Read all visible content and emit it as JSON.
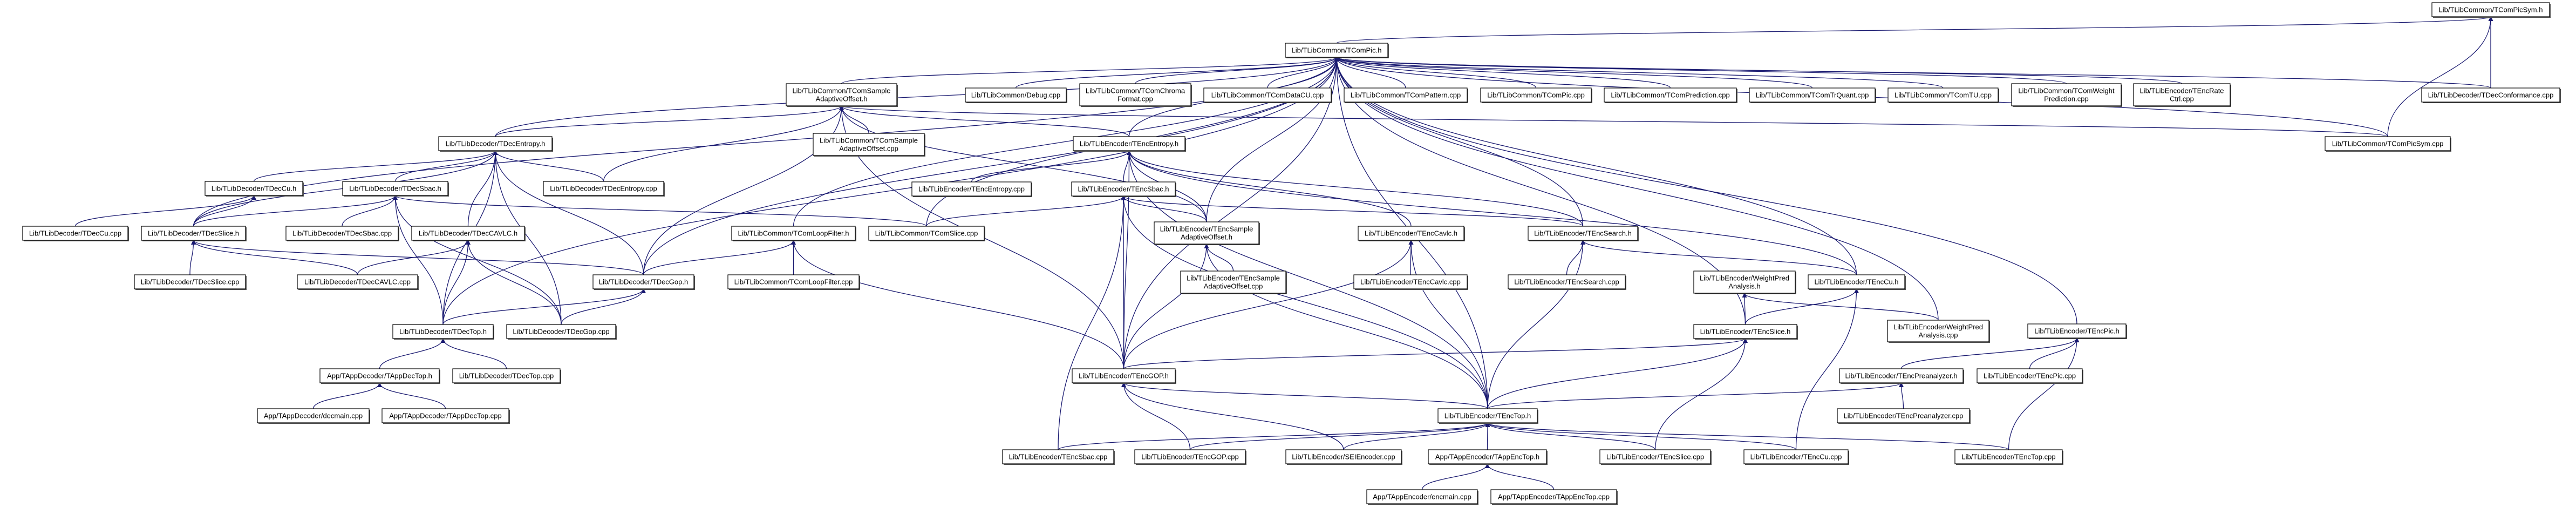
{
  "graph": {
    "edge_color": "#191970",
    "highlight_fill": "#bfbfbf",
    "nodes": [
      {
        "lines": [
          "Lib/TLibCommon/TComPicSym.h"
        ],
        "highlighted": true
      },
      {
        "lines": [
          "Lib/TLibCommon/TComPic.h"
        ]
      },
      {
        "lines": [
          "Lib/TLibCommon/TComSample",
          "AdaptiveOffset.h"
        ]
      },
      {
        "lines": [
          "Lib/TLibCommon/Debug.cpp"
        ]
      },
      {
        "lines": [
          "Lib/TLibCommon/TComChroma",
          "Format.cpp"
        ]
      },
      {
        "lines": [
          "Lib/TLibCommon/TComDataCU.cpp"
        ]
      },
      {
        "lines": [
          "Lib/TLibCommon/TComPattern.cpp"
        ]
      },
      {
        "lines": [
          "Lib/TLibCommon/TComPic.cpp"
        ]
      },
      {
        "lines": [
          "Lib/TLibCommon/TComPrediction.cpp"
        ]
      },
      {
        "lines": [
          "Lib/TLibCommon/TComTrQuant.cpp"
        ]
      },
      {
        "lines": [
          "Lib/TLibCommon/TComTU.cpp"
        ]
      },
      {
        "lines": [
          "Lib/TLibCommon/TComWeight",
          "Prediction.cpp"
        ]
      },
      {
        "lines": [
          "Lib/TLibEncoder/TEncRate",
          "Ctrl.cpp"
        ]
      },
      {
        "lines": [
          "Lib/TLibDecoder/TDecConformance.cpp"
        ]
      },
      {
        "lines": [
          "Lib/TLibCommon/TComPicSym.cpp"
        ]
      },
      {
        "lines": [
          "Lib/TLibDecoder/TDecEntropy.h"
        ]
      },
      {
        "lines": [
          "Lib/TLibCommon/TComSample",
          "AdaptiveOffset.cpp"
        ]
      },
      {
        "lines": [
          "Lib/TLibEncoder/TEncEntropy.h"
        ]
      },
      {
        "lines": [
          "Lib/TLibDecoder/TDecCu.h"
        ]
      },
      {
        "lines": [
          "Lib/TLibDecoder/TDecSbac.h"
        ]
      },
      {
        "lines": [
          "Lib/TLibDecoder/TDecEntropy.cpp"
        ]
      },
      {
        "lines": [
          "Lib/TLibEncoder/TEncEntropy.cpp"
        ]
      },
      {
        "lines": [
          "Lib/TLibEncoder/TEncSbac.h"
        ]
      },
      {
        "lines": [
          "Lib/TLibDecoder/TDecCu.cpp"
        ]
      },
      {
        "lines": [
          "Lib/TLibDecoder/TDecSlice.h"
        ]
      },
      {
        "lines": [
          "Lib/TLibDecoder/TDecSbac.cpp"
        ]
      },
      {
        "lines": [
          "Lib/TLibDecoder/TDecCAVLC.h"
        ]
      },
      {
        "lines": [
          "Lib/TLibCommon/TComLoopFilter.h"
        ]
      },
      {
        "lines": [
          "Lib/TLibCommon/TComSlice.cpp"
        ]
      },
      {
        "lines": [
          "Lib/TLibEncoder/TEncSample",
          "AdaptiveOffset.h"
        ]
      },
      {
        "lines": [
          "Lib/TLibEncoder/TEncCavlc.h"
        ]
      },
      {
        "lines": [
          "Lib/TLibEncoder/TEncSearch.h"
        ]
      },
      {
        "lines": [
          "Lib/TLibDecoder/TDecSlice.cpp"
        ]
      },
      {
        "lines": [
          "Lib/TLibDecoder/TDecCAVLC.cpp"
        ]
      },
      {
        "lines": [
          "Lib/TLibDecoder/TDecGop.h"
        ]
      },
      {
        "lines": [
          "Lib/TLibCommon/TComLoopFilter.cpp"
        ]
      },
      {
        "lines": [
          "Lib/TLibEncoder/TEncSample",
          "AdaptiveOffset.cpp"
        ]
      },
      {
        "lines": [
          "Lib/TLibEncoder/TEncCavlc.cpp"
        ]
      },
      {
        "lines": [
          "Lib/TLibEncoder/TEncSearch.cpp"
        ]
      },
      {
        "lines": [
          "Lib/TLibEncoder/WeightPred",
          "Analysis.h"
        ]
      },
      {
        "lines": [
          "Lib/TLibEncoder/TEncCu.h"
        ]
      },
      {
        "lines": [
          "Lib/TLibDecoder/TDecTop.h"
        ]
      },
      {
        "lines": [
          "Lib/TLibDecoder/TDecGop.cpp"
        ]
      },
      {
        "lines": [
          "Lib/TLibEncoder/TEncSlice.h"
        ]
      },
      {
        "lines": [
          "Lib/TLibEncoder/WeightPred",
          "Analysis.cpp"
        ]
      },
      {
        "lines": [
          "Lib/TLibEncoder/TEncPic.h"
        ]
      },
      {
        "lines": [
          "App/TAppDecoder/TAppDecTop.h"
        ]
      },
      {
        "lines": [
          "Lib/TLibDecoder/TDecTop.cpp"
        ]
      },
      {
        "lines": [
          "Lib/TLibEncoder/TEncGOP.h"
        ]
      },
      {
        "lines": [
          "Lib/TLibEncoder/TEncPreanalyzer.h"
        ]
      },
      {
        "lines": [
          "Lib/TLibEncoder/TEncPic.cpp"
        ]
      },
      {
        "lines": [
          "App/TAppDecoder/decmain.cpp"
        ]
      },
      {
        "lines": [
          "App/TAppDecoder/TAppDecTop.cpp"
        ]
      },
      {
        "lines": [
          "Lib/TLibEncoder/TEncTop.h"
        ]
      },
      {
        "lines": [
          "Lib/TLibEncoder/TEncPreanalyzer.cpp"
        ]
      },
      {
        "lines": [
          "Lib/TLibEncoder/TEncSbac.cpp"
        ]
      },
      {
        "lines": [
          "Lib/TLibEncoder/TEncGOP.cpp"
        ]
      },
      {
        "lines": [
          "Lib/TLibEncoder/SEIEncoder.cpp"
        ]
      },
      {
        "lines": [
          "App/TAppEncoder/TAppEncTop.h"
        ]
      },
      {
        "lines": [
          "Lib/TLibEncoder/TEncSlice.cpp"
        ]
      },
      {
        "lines": [
          "Lib/TLibEncoder/TEncCu.cpp"
        ]
      },
      {
        "lines": [
          "Lib/TLibEncoder/TEncTop.cpp"
        ]
      },
      {
        "lines": [
          "App/TAppEncoder/encmain.cpp"
        ]
      },
      {
        "lines": [
          "App/TAppEncoder/TAppEncTop.cpp"
        ]
      }
    ],
    "edges": [
      [
        1,
        0
      ],
      [
        13,
        0
      ],
      [
        14,
        0
      ],
      [
        2,
        1
      ],
      [
        3,
        1
      ],
      [
        4,
        1
      ],
      [
        5,
        1
      ],
      [
        6,
        1
      ],
      [
        7,
        1
      ],
      [
        8,
        1
      ],
      [
        9,
        1
      ],
      [
        10,
        1
      ],
      [
        11,
        1
      ],
      [
        12,
        1
      ],
      [
        13,
        1
      ],
      [
        14,
        1
      ],
      [
        15,
        1
      ],
      [
        24,
        1
      ],
      [
        41,
        1
      ],
      [
        34,
        1
      ],
      [
        27,
        1
      ],
      [
        28,
        1
      ],
      [
        17,
        1
      ],
      [
        29,
        1
      ],
      [
        48,
        1
      ],
      [
        31,
        1
      ],
      [
        40,
        1
      ],
      [
        43,
        1
      ],
      [
        45,
        1
      ],
      [
        44,
        1
      ],
      [
        53,
        1
      ],
      [
        15,
        2
      ],
      [
        34,
        2
      ],
      [
        16,
        2
      ],
      [
        17,
        2
      ],
      [
        29,
        2
      ],
      [
        48,
        2
      ],
      [
        14,
        2
      ],
      [
        20,
        2
      ],
      [
        18,
        15
      ],
      [
        19,
        15
      ],
      [
        24,
        15
      ],
      [
        20,
        15
      ],
      [
        26,
        15
      ],
      [
        41,
        15
      ],
      [
        34,
        15
      ],
      [
        42,
        15
      ],
      [
        23,
        18
      ],
      [
        24,
        18
      ],
      [
        24,
        19
      ],
      [
        25,
        19
      ],
      [
        41,
        19
      ],
      [
        42,
        19
      ],
      [
        28,
        19
      ],
      [
        32,
        24
      ],
      [
        33,
        24
      ],
      [
        34,
        24
      ],
      [
        33,
        26
      ],
      [
        41,
        26
      ],
      [
        42,
        26
      ],
      [
        41,
        34
      ],
      [
        42,
        34
      ],
      [
        34,
        27
      ],
      [
        35,
        27
      ],
      [
        48,
        27
      ],
      [
        46,
        41
      ],
      [
        47,
        41
      ],
      [
        51,
        46
      ],
      [
        52,
        46
      ],
      [
        21,
        17
      ],
      [
        22,
        17
      ],
      [
        29,
        17
      ],
      [
        48,
        17
      ],
      [
        30,
        17
      ],
      [
        31,
        17
      ],
      [
        40,
        17
      ],
      [
        53,
        17
      ],
      [
        28,
        22
      ],
      [
        48,
        22
      ],
      [
        29,
        22
      ],
      [
        53,
        22
      ],
      [
        55,
        22
      ],
      [
        31,
        22
      ],
      [
        36,
        29
      ],
      [
        48,
        29
      ],
      [
        53,
        29
      ],
      [
        37,
        30
      ],
      [
        48,
        30
      ],
      [
        53,
        30
      ],
      [
        38,
        31
      ],
      [
        40,
        31
      ],
      [
        53,
        31
      ],
      [
        43,
        39
      ],
      [
        44,
        39
      ],
      [
        43,
        40
      ],
      [
        60,
        40
      ],
      [
        48,
        43
      ],
      [
        53,
        43
      ],
      [
        59,
        43
      ],
      [
        49,
        45
      ],
      [
        50,
        45
      ],
      [
        61,
        45
      ],
      [
        53,
        49
      ],
      [
        54,
        49
      ],
      [
        53,
        48
      ],
      [
        56,
        48
      ],
      [
        57,
        48
      ],
      [
        55,
        53
      ],
      [
        56,
        53
      ],
      [
        57,
        53
      ],
      [
        58,
        53
      ],
      [
        59,
        53
      ],
      [
        60,
        53
      ],
      [
        61,
        53
      ],
      [
        62,
        58
      ],
      [
        63,
        58
      ]
    ]
  }
}
